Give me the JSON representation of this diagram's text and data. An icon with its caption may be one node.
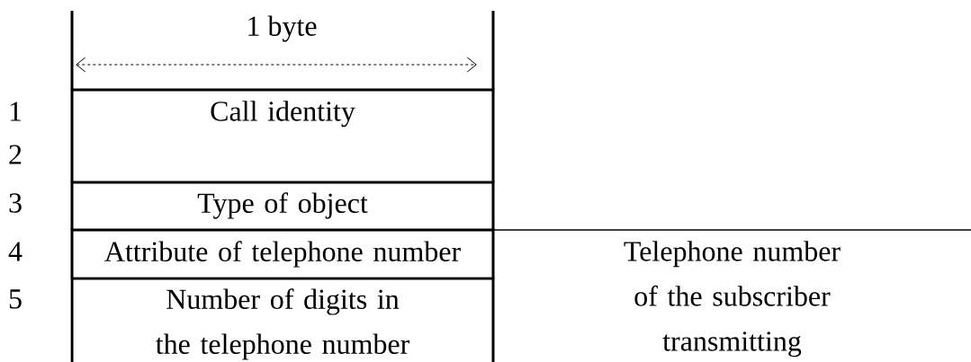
{
  "diagram": {
    "nodes": [
      {
        "text": [
          "Call identity"
        ]
      },
      {
        "text": [
          "Type of object"
        ]
      },
      {
        "text": [
          "Attribute of telephone number"
        ]
      },
      {
        "text": [
          "Number of digits in the telephone number"
        ]
      },
      {
        "text": [
          "Telephone number of the subscriber transmitting"
        ]
      }
    ],
    "labels": [
      "1 byte",
      "1",
      "2",
      "3",
      "4",
      "5"
    ]
  }
}
